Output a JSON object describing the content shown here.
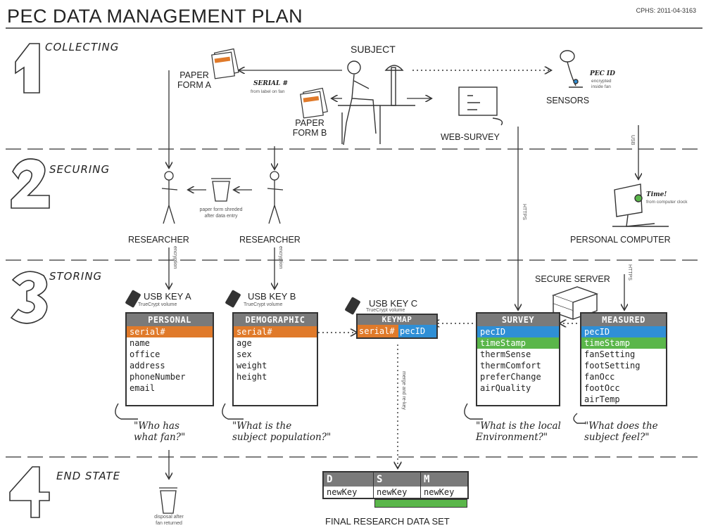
{
  "header": {
    "title": "PEC DATA MANAGEMENT PLAN",
    "doc_id": "CPHS: 2011-04-3163"
  },
  "phases": [
    {
      "number": "1",
      "label": "COLLECTING"
    },
    {
      "number": "2",
      "label": "SECURING"
    },
    {
      "number": "3",
      "label": "STORING"
    },
    {
      "number": "4",
      "label": "END STATE"
    }
  ],
  "collecting": {
    "subject": "SUBJECT",
    "paper_form_a": "PAPER\nFORM A",
    "paper_form_b": "PAPER\nFORM B",
    "serial_label": "SERIAL #",
    "serial_note": "from label on fan",
    "web_survey": "WEB-SURVEY",
    "sensors": "SENSORS",
    "pec_id_label": "PEC ID",
    "pec_id_note": "encrypted\ninside fan"
  },
  "securing": {
    "researcher_left": "RESEARCHER",
    "researcher_right": "RESEARCHER",
    "shred_note": "paper form shreded\nafter data entry",
    "personal_computer": "PERSONAL COMPUTER",
    "time_label": "Time!",
    "time_note": "from computer clock"
  },
  "connectors": {
    "usb": "USB",
    "https_left": "HTTPS",
    "https_right": "HTTPS",
    "encryption_left": "encryption",
    "encryption_right": "encryption",
    "merge": "merge and re-key"
  },
  "storing": {
    "secure_server": "SECURE SERVER",
    "usb_a": {
      "name": "USB KEY A",
      "sub": "TrueCrypt volume"
    },
    "usb_b": {
      "name": "USB KEY B",
      "sub": "TrueCrypt volume"
    },
    "usb_c": {
      "name": "USB KEY C",
      "sub": "TrueCrypt volume"
    },
    "personal": {
      "header": "PERSONAL",
      "key": "serial#",
      "fields": [
        "name",
        "office",
        "address",
        "phoneNumber",
        "email"
      ]
    },
    "demographic": {
      "header": "DEMOGRAPHIC",
      "key": "serial#",
      "fields": [
        "age",
        "sex",
        "weight",
        "height"
      ]
    },
    "keymap": {
      "header": "KEYMAP",
      "key1": "serial#",
      "key2": "pecID"
    },
    "survey": {
      "header": "SURVEY",
      "key": "pecID",
      "ts": "timeStamp",
      "fields": [
        "thermSense",
        "thermComfort",
        "preferChange",
        "airQuality"
      ]
    },
    "measured": {
      "header": "MEASURED",
      "key": "pecID",
      "ts": "timeStamp",
      "fields": [
        "fanSetting",
        "footSetting",
        "fanOcc",
        "footOcc",
        "airTemp"
      ]
    },
    "quotes": {
      "q1": "\"Who has\nwhat fan?\"",
      "q2": "\"What is the\nsubject population?\"",
      "q3": "\"What is the local\nEnvironment?\"",
      "q4": "\"What does the\nsubject feel?\""
    }
  },
  "end_state": {
    "disposal_note": "disposal after\nfan returned",
    "final_label": "FINAL RESEARCH DATA SET",
    "final_cols": [
      {
        "h": "D",
        "v": "newKey"
      },
      {
        "h": "S",
        "v": "newKey"
      },
      {
        "h": "M",
        "v": "newKey"
      }
    ]
  },
  "colors": {
    "orange": "#e07a2a",
    "blue": "#2f8fd6",
    "green": "#5ab64a",
    "gray": "#7a7a7a"
  }
}
